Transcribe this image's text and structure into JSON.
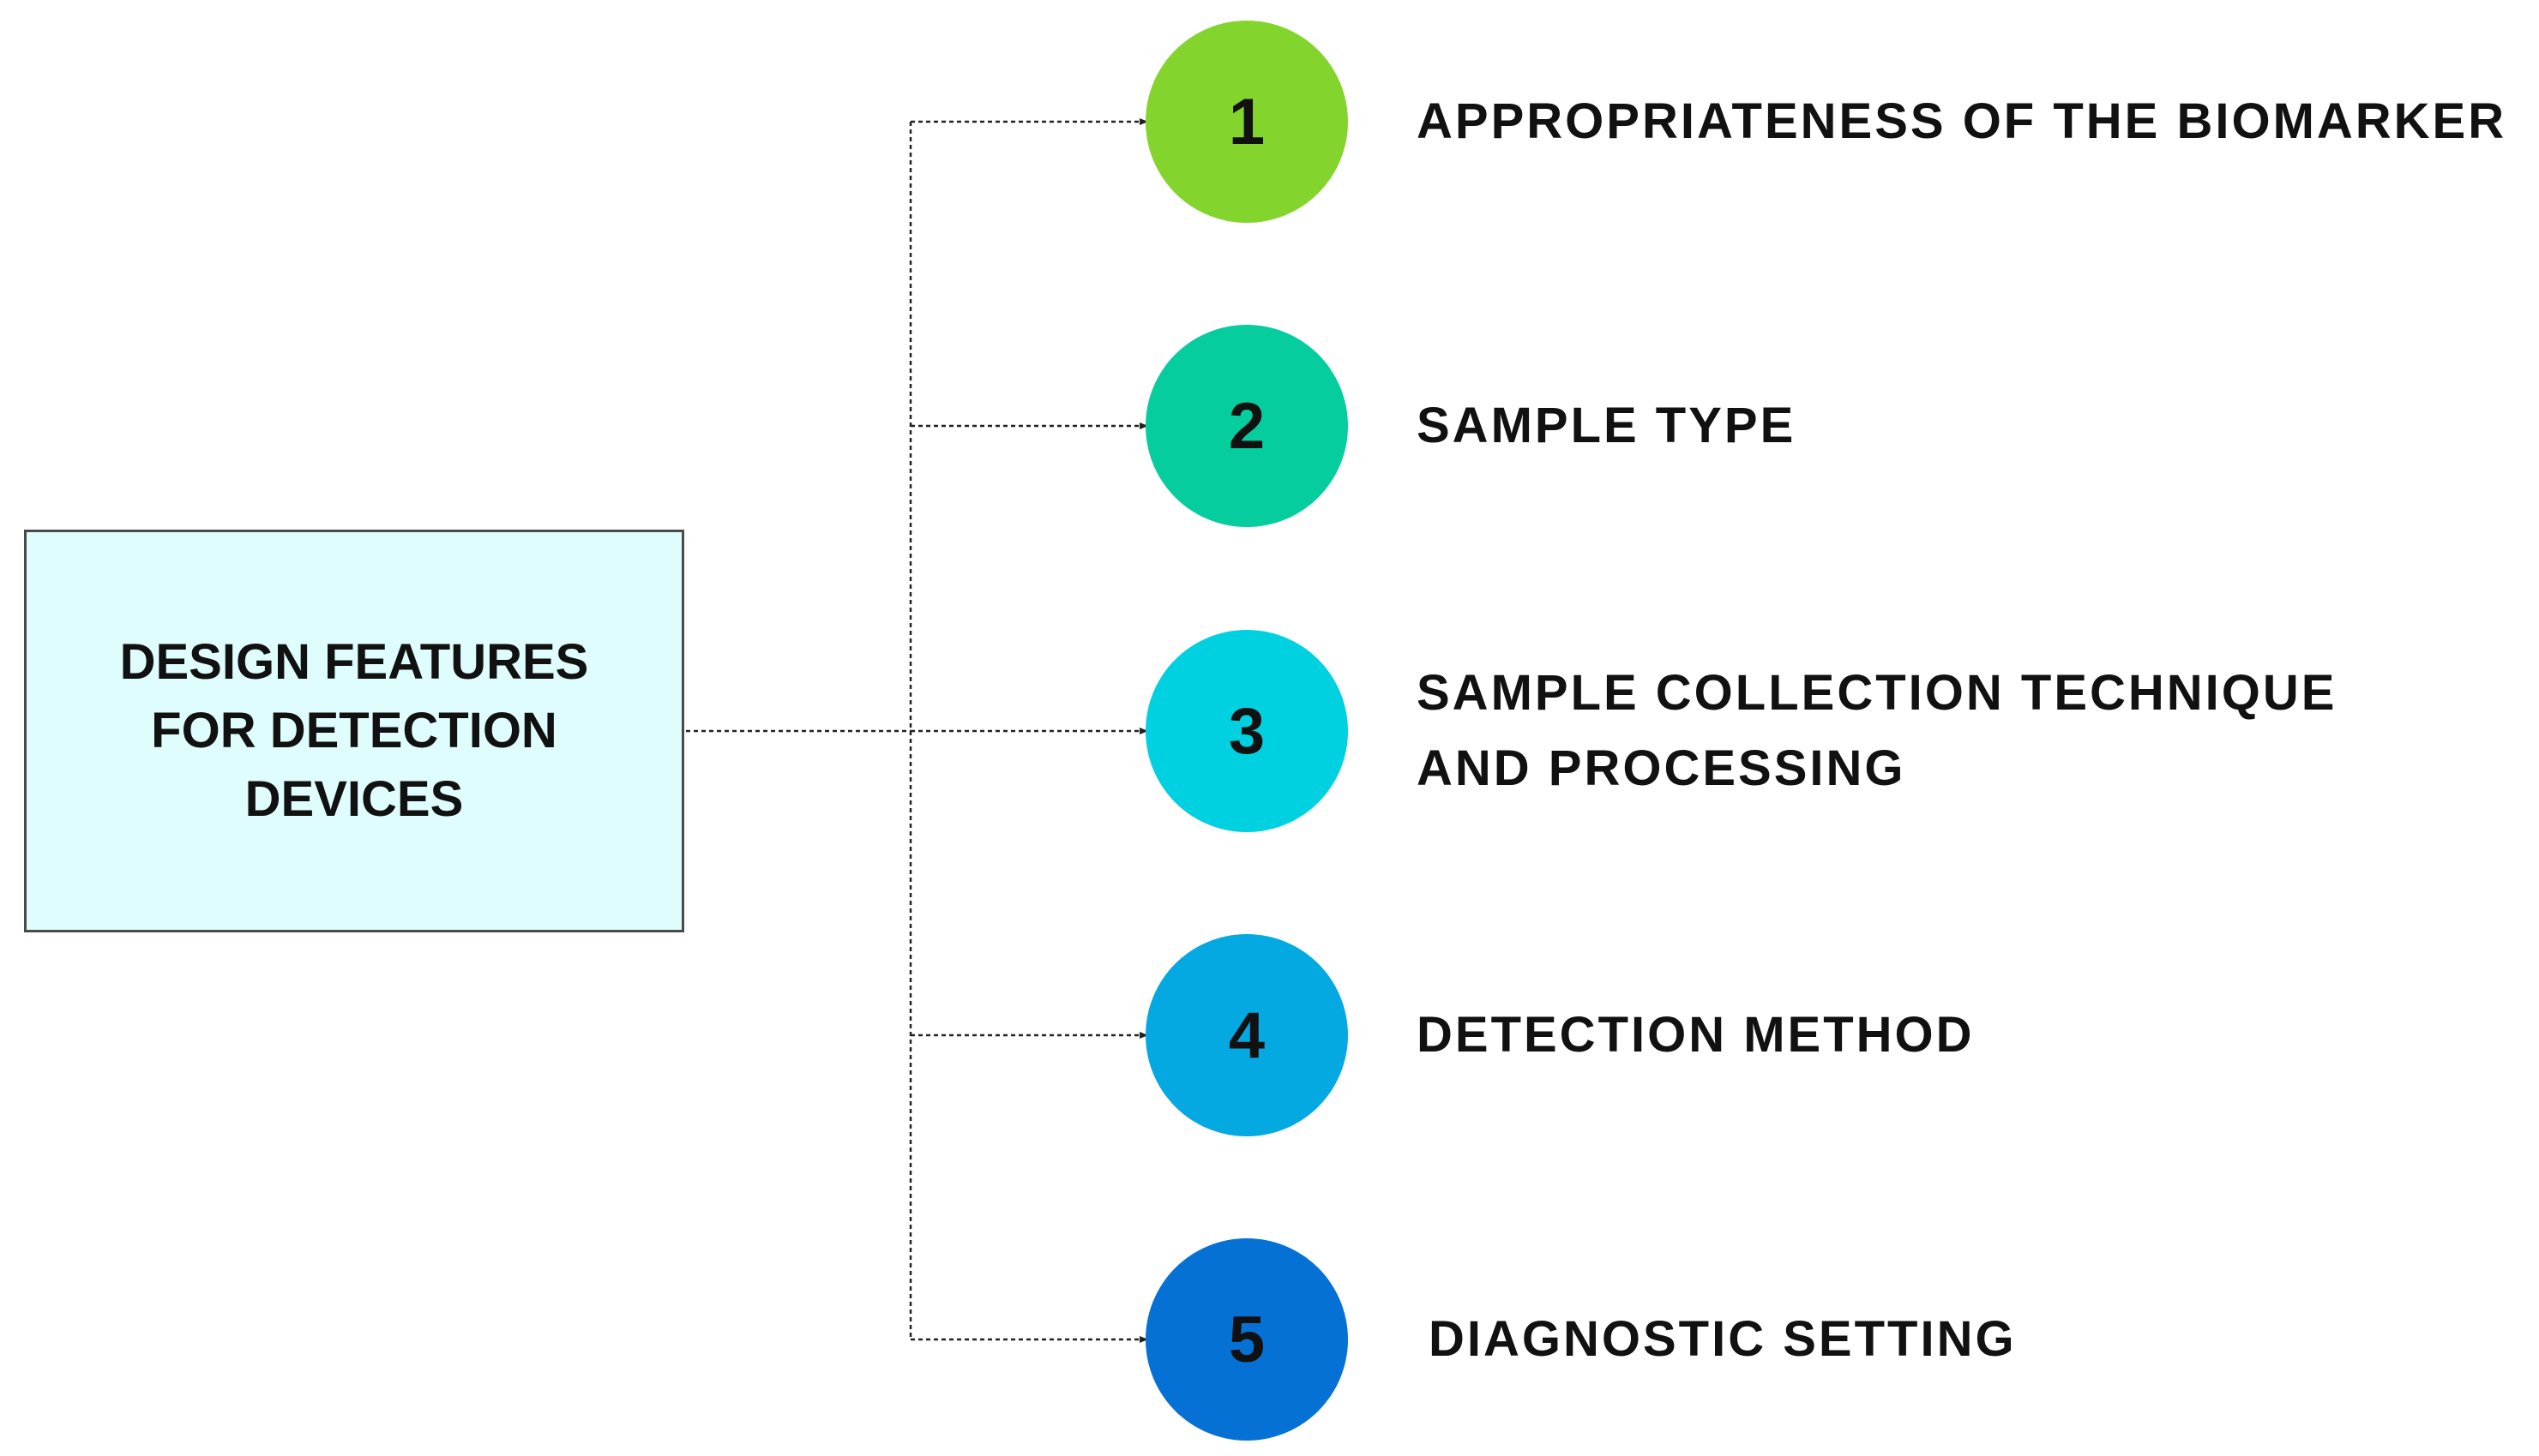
{
  "root": {
    "label": "DESIGN FEATURES\nFOR DETECTION\nDEVICES",
    "color": "#dffdfd"
  },
  "items": [
    {
      "number": "1",
      "label": "APPROPRIATENESS OF THE BIOMARKER",
      "color": "#84d42e"
    },
    {
      "number": "2",
      "label": "SAMPLE TYPE",
      "color": "#05cd9d"
    },
    {
      "number": "3",
      "label": "SAMPLE COLLECTION TECHNIQUE\nAND PROCESSING",
      "color": "#00d1e0"
    },
    {
      "number": "4",
      "label": "DETECTION METHOD",
      "color": "#05a9e2"
    },
    {
      "number": "5",
      "label": "DIAGNOSTIC SETTING",
      "color": "#0671d4"
    }
  ]
}
